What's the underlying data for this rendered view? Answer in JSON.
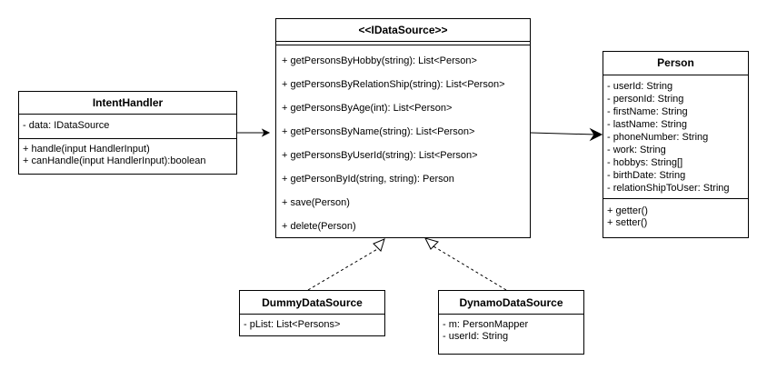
{
  "classes": {
    "intent_handler": {
      "name": "IntentHandler",
      "attributes": [
        "- data: IDataSource"
      ],
      "methods": [
        "+ handle(input HandlerInput)",
        "+ canHandle(input HandlerInput):boolean"
      ]
    },
    "idatasource": {
      "name": "<<IDataSource>>",
      "methods": [
        "+ getPersonsByHobby(string): List<Person>",
        "+ getPersonsByRelationShip(string): List<Person>",
        "+ getPersonsByAge(int): List<Person>",
        "+ getPersonsByName(string): List<Person>",
        "+ getPersonsByUserId(string): List<Person>",
        "+ getPersonById(string, string): Person",
        "+ save(Person)",
        "+ delete(Person)"
      ]
    },
    "person": {
      "name": "Person",
      "attributes": [
        "- userId: String",
        "- personId: String",
        "- firstName: String",
        "- lastName: String",
        "- phoneNumber: String",
        "- work: String",
        "- hobbys: String[]",
        "- birthDate: String",
        "- relationShipToUser: String"
      ],
      "methods": [
        "+ getter()",
        "+ setter()"
      ]
    },
    "dummy_data_source": {
      "name": "DummyDataSource",
      "attributes": [
        "- pList: List<Persons>"
      ]
    },
    "dynamo_data_source": {
      "name": "DynamoDataSource",
      "attributes": [
        "- m: PersonMapper",
        "- userId: String"
      ]
    }
  },
  "colors": {
    "line": "#000000",
    "fill": "#ffffff"
  }
}
